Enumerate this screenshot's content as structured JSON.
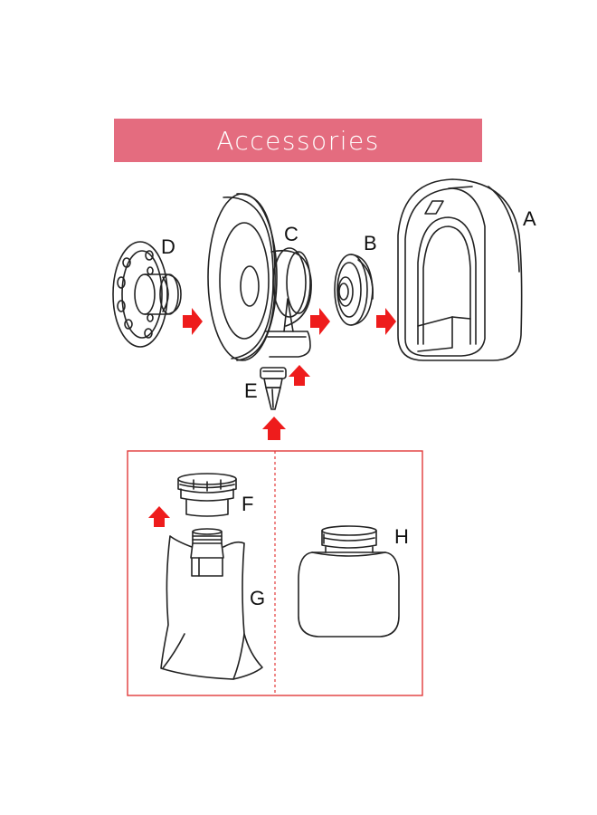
{
  "title": "Accessories",
  "colors": {
    "banner": "#e46c7f",
    "arrow": "#ee1c1c",
    "frame": "#e23a3a",
    "line": "#222222"
  },
  "parts": [
    {
      "letter": "A",
      "icon": "pump-main-unit-icon"
    },
    {
      "letter": "B",
      "icon": "diaphragm-icon"
    },
    {
      "letter": "C",
      "icon": "breast-shield-housing-icon"
    },
    {
      "letter": "D",
      "icon": "flange-insert-icon"
    },
    {
      "letter": "E",
      "icon": "duckbill-valve-icon"
    },
    {
      "letter": "F",
      "icon": "bag-connector-icon"
    },
    {
      "letter": "G",
      "icon": "milk-bag-icon"
    },
    {
      "letter": "H",
      "icon": "milk-bottle-icon"
    }
  ]
}
